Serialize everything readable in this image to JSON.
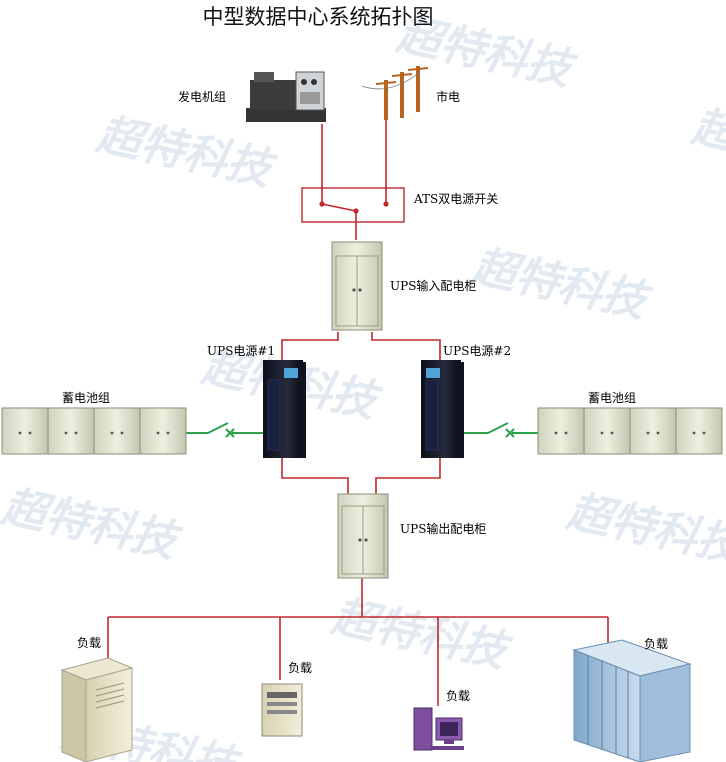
{
  "title": "中型数据中心系统拓扑图",
  "watermark": "超特科技",
  "colors": {
    "line": "#c0282e",
    "switch": "#2aa24a",
    "cabinet": "#e9ecd6",
    "ups": "#1b1e2e"
  },
  "labels": {
    "generator": "发电机组",
    "grid": "市电",
    "ats": "ATS双电源开关",
    "ups_input": "UPS输入配电柜",
    "ups1": "UPS电源#1",
    "ups2": "UPS电源#2",
    "battery_left": "蓄电池组",
    "battery_right": "蓄电池组",
    "ups_output": "UPS输出配电柜",
    "load1": "负载",
    "load2": "负载",
    "load3": "负载",
    "load4": "负载"
  }
}
